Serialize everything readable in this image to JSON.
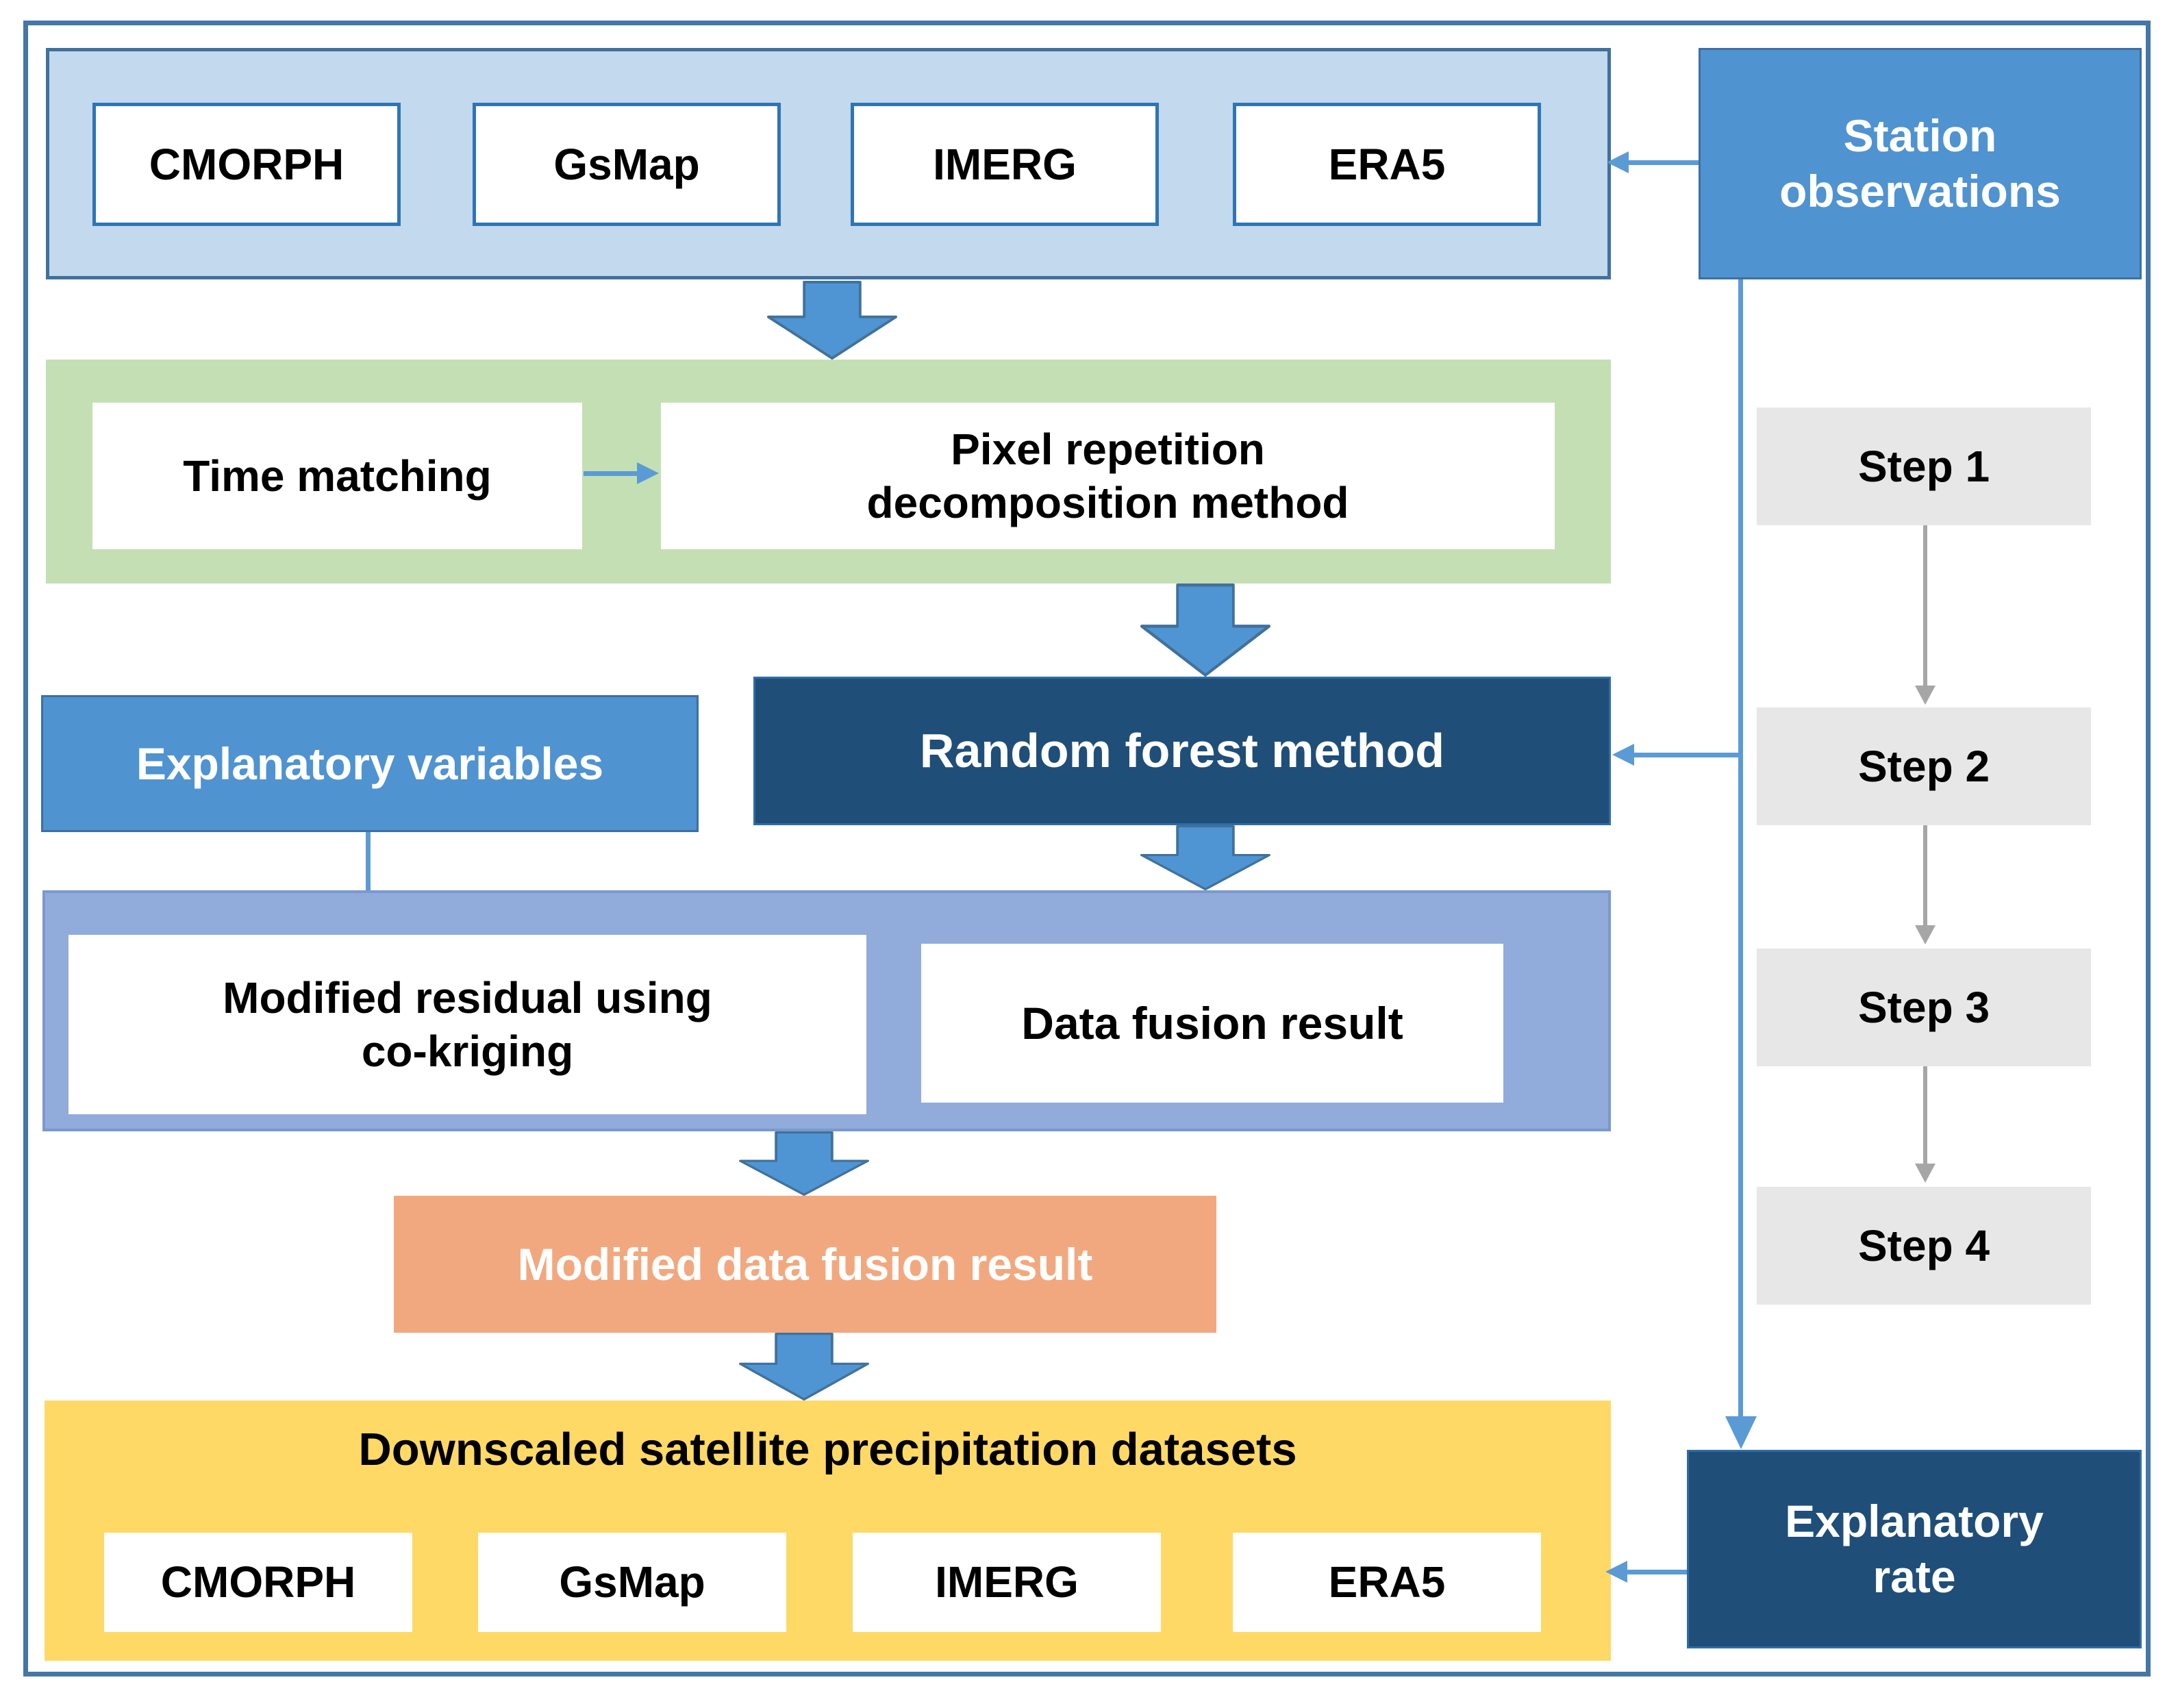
{
  "colors": {
    "outer_border": "#4576a6",
    "accent_blue": "#5b9bd5",
    "light_blue_fill": "#c3d9ee",
    "medium_blue_fill": "#4f93d1",
    "dark_navy_fill": "#1f4e79",
    "green_fill": "#c5dfb4",
    "periwinkle_fill": "#91abdb",
    "orange_fill": "#f2a87e",
    "yellow_fill": "#ffd966",
    "step_gray_fill": "#e8e7e7",
    "gray_arrow": "#a6a6a6",
    "white_box_border": "#2e75b6"
  },
  "source_datasets": {
    "items": [
      "CMORPH",
      "GsMap",
      "IMERG",
      "ERA5"
    ]
  },
  "station_observations": {
    "label": "Station\nobservations"
  },
  "preprocessing": {
    "time_matching": "Time matching",
    "pixel_method": "Pixel repetition\ndecomposition method"
  },
  "modeling": {
    "explanatory_variables": "Explanatory variables",
    "random_forest": "Random forest method"
  },
  "fusion": {
    "modified_residual": "Modified residual using\nco-kriging",
    "data_fusion_result": "Data fusion result",
    "modified_result": "Modified data fusion result"
  },
  "output": {
    "title": "Downscaled satellite precipitation datasets",
    "items": [
      "CMORPH",
      "GsMap",
      "IMERG",
      "ERA5"
    ]
  },
  "steps": {
    "items": [
      "Step 1",
      "Step 2",
      "Step 3",
      "Step 4"
    ]
  },
  "explanatory_rate": {
    "label": "Explanatory\nrate"
  }
}
